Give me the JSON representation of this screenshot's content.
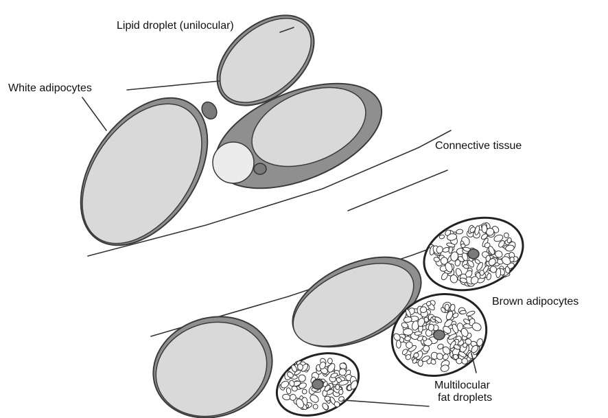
{
  "labels": {
    "lipid_droplet": "Lipid droplet (unilocular)",
    "white_adipocytes": "White adipocytes",
    "connective_tissue": "Connective tissue",
    "brown_adipocytes": "Brown adipocytes",
    "multilocular_line1": "Multilocular",
    "multilocular_line2": "fat droplets"
  },
  "colors": {
    "cell_membrane": "#8f8f8f",
    "lipid_fill": "#d9d9d9",
    "nucleus": "#7a7a7a",
    "outline": "#333333",
    "background": "#ffffff"
  }
}
